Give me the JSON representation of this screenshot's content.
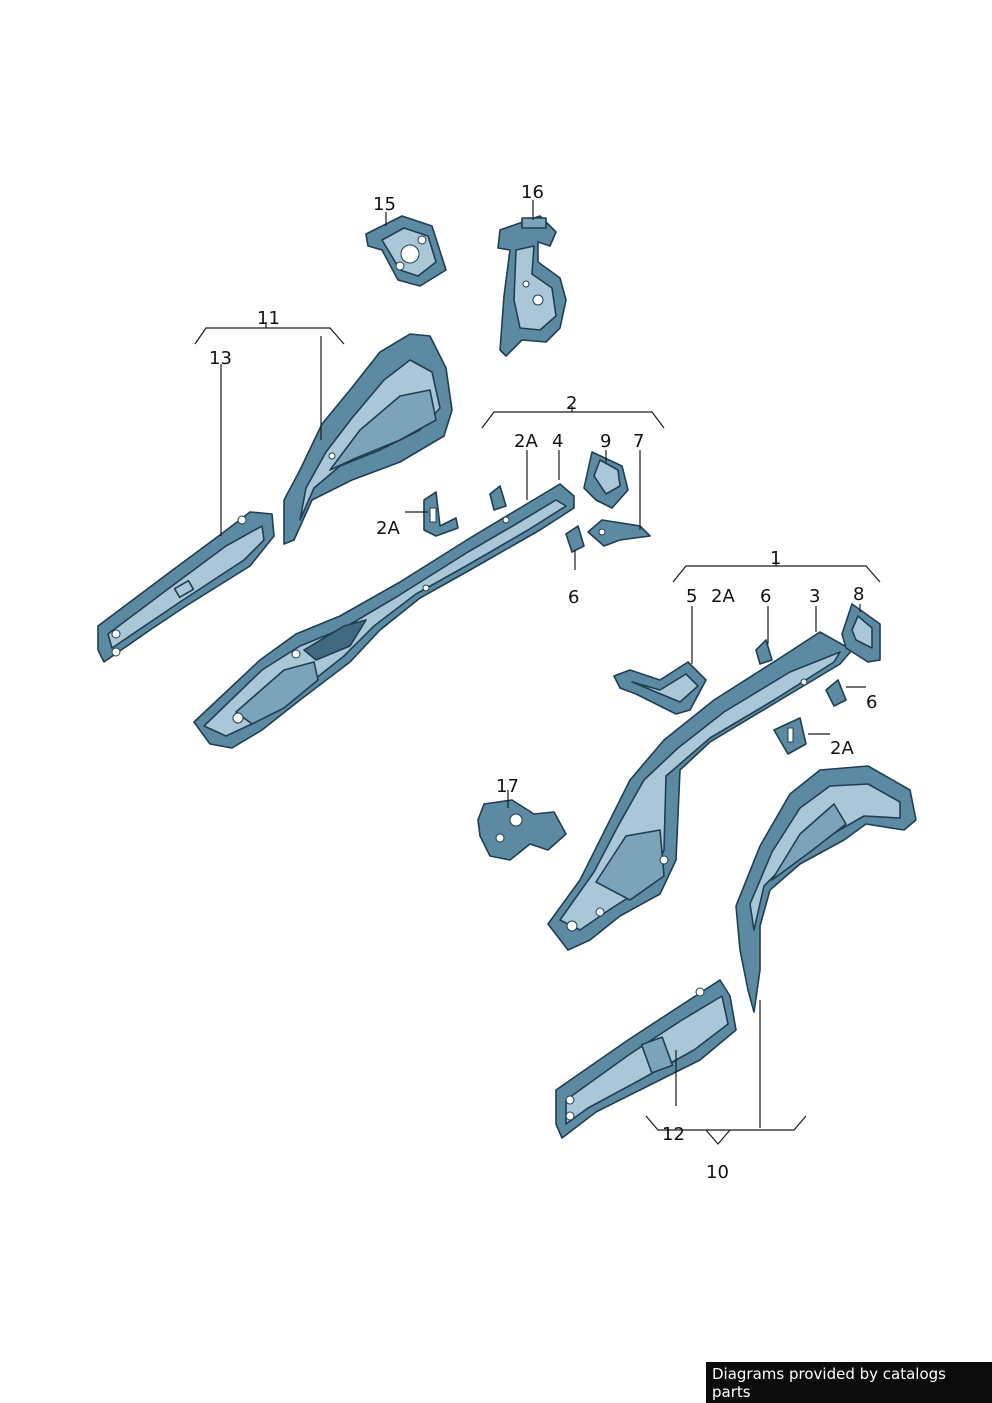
{
  "callouts": {
    "c15": "15",
    "c16": "16",
    "c11": "11",
    "c13": "13",
    "c2": "2",
    "c2a_upper": "2A",
    "c4": "4",
    "c9": "9",
    "c7": "7",
    "c2a_left": "2A",
    "c6_mid": "6",
    "c1": "1",
    "c5": "5",
    "c2a_right": "2A",
    "c6_right": "6",
    "c3": "3",
    "c8": "8",
    "c6_far": "6",
    "c2a_low": "2A",
    "c17": "17",
    "c12": "12",
    "c10": "10"
  },
  "footer": {
    "credit": "Diagrams provided by catalogs parts"
  },
  "colors": {
    "part_mid": "#5d8aa3",
    "part_light": "#a9c7d6",
    "outline": "#1f3e52"
  }
}
